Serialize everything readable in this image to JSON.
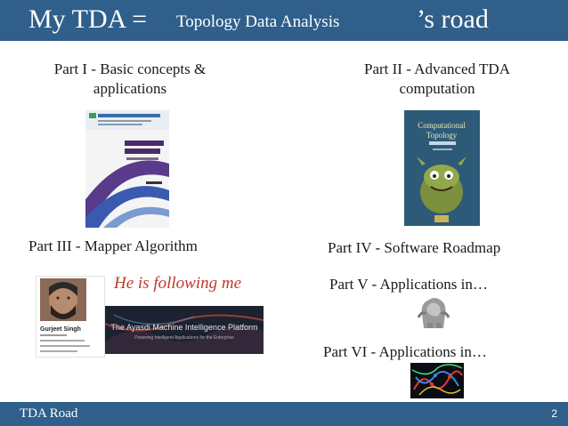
{
  "slide": {
    "title_main": "My TDA =",
    "title_sub": "Topology Data Analysis",
    "title_end": "’s road",
    "footer_label": "TDA Road",
    "page_number": "2"
  },
  "parts": {
    "part1_line1": "Part I - Basic concepts &",
    "part1_line2": "applications",
    "part2_line1": "Part II - Advanced TDA",
    "part2_line2": "computation",
    "part3": "Part III - Mapper Algorithm",
    "part4": "Part IV - Software Roadmap",
    "part5": "Part V - Applications in…",
    "part6": "Part VI - Applications in…"
  },
  "note": "He is following me",
  "book_right": {
    "title_line1": "Computational",
    "title_line2": "Topology"
  },
  "profile": {
    "name": "Gurjeet Singh"
  },
  "banner": {
    "headline": "The Ayasdi Machine Intelligence Platform",
    "subline": "Powering Intelligent Applications for the Enterprise"
  },
  "colors": {
    "header_bg": "#2f5f8a",
    "note_red": "#c0392b"
  }
}
